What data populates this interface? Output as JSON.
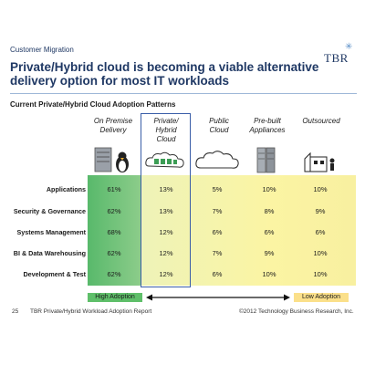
{
  "header": {
    "section": "Customer Migration",
    "logo": "TBR",
    "title": "Private/Hybrid cloud is becoming a viable alternative delivery option for most IT workloads",
    "subtitle": "Current Private/Hybrid Cloud Adoption Patterns"
  },
  "columns": [
    {
      "label_lines": [
        "On Premise",
        "Delivery"
      ],
      "icon": "server-penguin-icon"
    },
    {
      "label_lines": [
        "Private/",
        "Hybrid",
        "Cloud"
      ],
      "icon": "hybrid-cloud-icon"
    },
    {
      "label_lines": [
        "Public",
        "Cloud"
      ],
      "icon": "cloud-icon"
    },
    {
      "label_lines": [
        "Pre-built",
        "Appliances"
      ],
      "icon": "appliance-icon"
    },
    {
      "label_lines": [
        "Outsourced"
      ],
      "icon": "outsourced-icon"
    }
  ],
  "rows": [
    {
      "label": "Applications",
      "values": [
        "61%",
        "13%",
        "5%",
        "10%",
        "10%"
      ]
    },
    {
      "label": "Security & Governance",
      "values": [
        "62%",
        "13%",
        "7%",
        "8%",
        "9%"
      ]
    },
    {
      "label": "Systems Management",
      "values": [
        "68%",
        "12%",
        "6%",
        "6%",
        "6%"
      ]
    },
    {
      "label": "BI & Data Warehousing",
      "values": [
        "62%",
        "12%",
        "7%",
        "9%",
        "10%"
      ]
    },
    {
      "label": "Development & Test",
      "values": [
        "62%",
        "12%",
        "6%",
        "10%",
        "10%"
      ]
    }
  ],
  "legend": {
    "high": "High Adoption",
    "low": "Low Adoption"
  },
  "footer": {
    "page": "25",
    "report": "TBR Private/Hybrid Workload Adoption Report",
    "copyright": "©2012 Technology Business Research, Inc."
  },
  "colors": {
    "title": "#1f3864",
    "high": "#58b96b",
    "low": "#fbf4a3",
    "highlight_border": "#3a5ea8"
  }
}
